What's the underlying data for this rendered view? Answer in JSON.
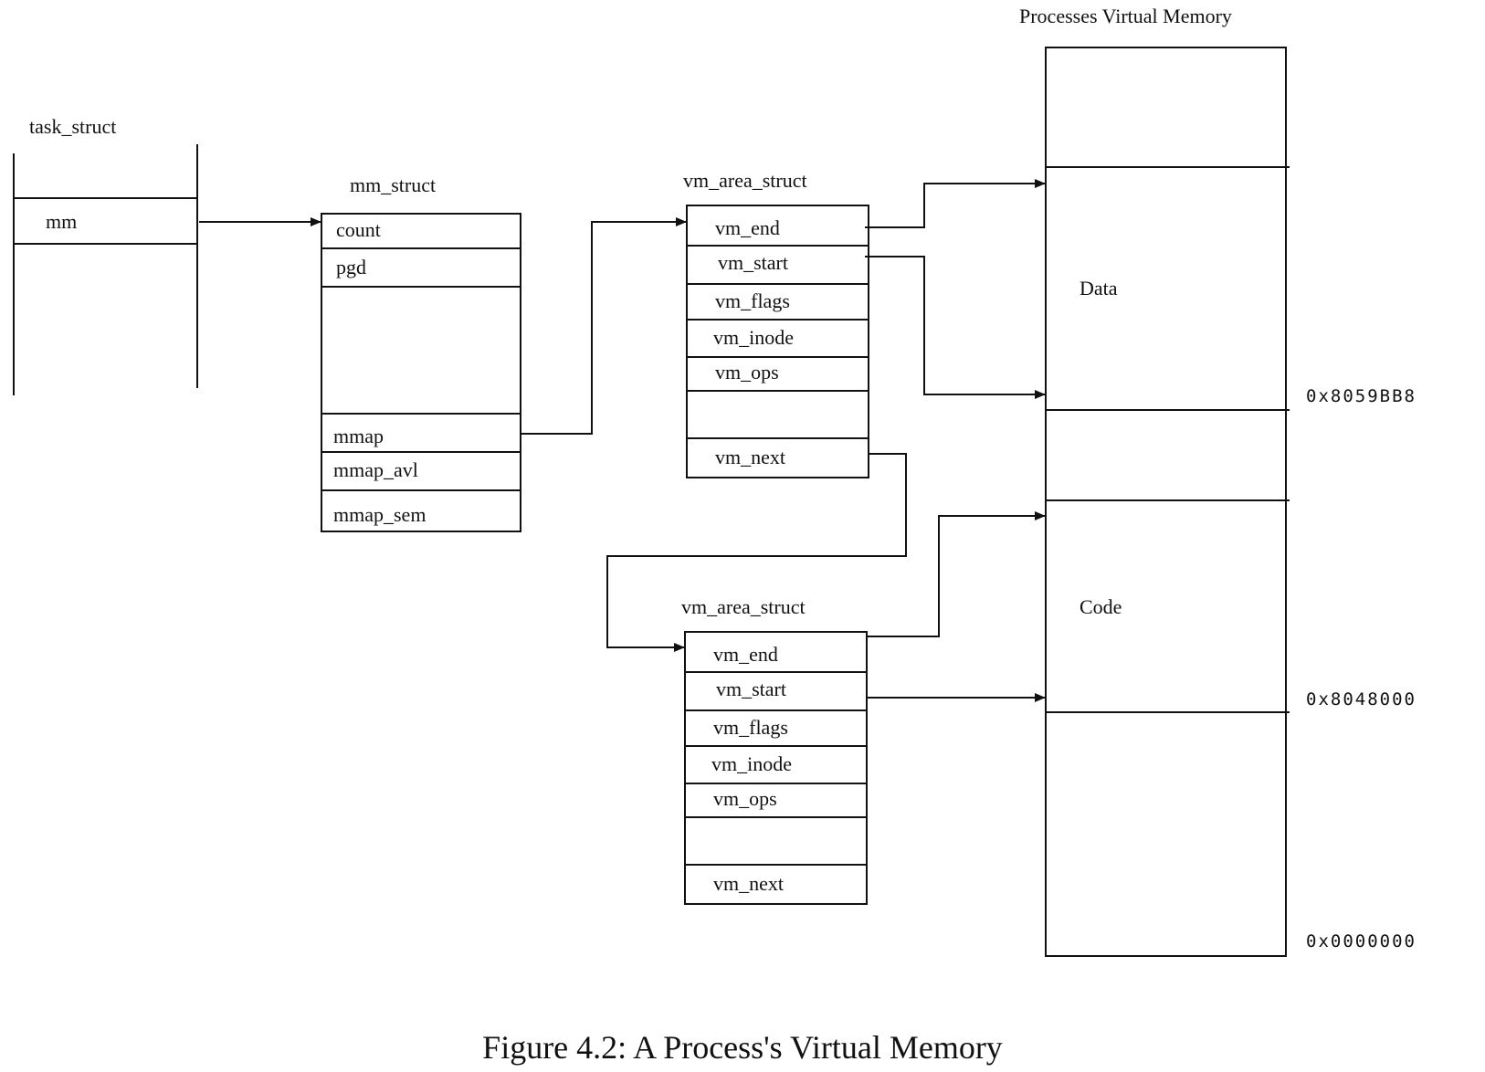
{
  "task_struct": {
    "title": "task_struct",
    "field": "mm"
  },
  "mm_struct": {
    "title": "mm_struct",
    "fields": [
      "count",
      "pgd",
      "mmap",
      "mmap_avl",
      "mmap_sem"
    ]
  },
  "vm_area_1": {
    "title": "vm_area_struct",
    "fields": [
      "vm_end",
      "vm_start",
      "vm_flags",
      "vm_inode",
      "vm_ops",
      "vm_next"
    ]
  },
  "vm_area_2": {
    "title": "vm_area_struct",
    "fields": [
      "vm_end",
      "vm_start",
      "vm_flags",
      "vm_inode",
      "vm_ops",
      "vm_next"
    ]
  },
  "virtual_memory": {
    "title": "Processes Virtual Memory",
    "regions": [
      "Data",
      "Code"
    ],
    "addresses": [
      "0x8059BB8",
      "0x8048000",
      "0x0000000"
    ]
  },
  "caption": "Figure 4.2: A Process's Virtual Memory"
}
